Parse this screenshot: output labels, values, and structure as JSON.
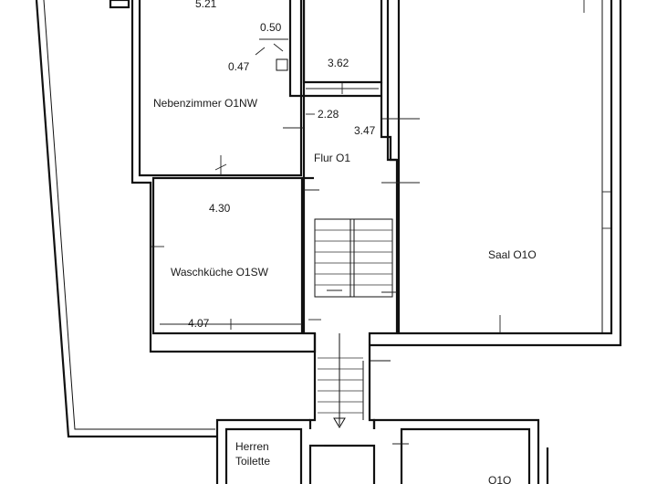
{
  "rooms": {
    "nebenzimmer": "Nebenzimmer O1NW",
    "flur": "Flur O1",
    "waschkueche": "Waschküche O1SW",
    "saal": "Saal O1O",
    "herren_line1": "Herren",
    "herren_line2": "Toilette",
    "bottom_right_partial": "O1O"
  },
  "dimensions": {
    "d_521": "5.21",
    "d_050": "0.50",
    "d_047": "0.47",
    "d_362": "3.62",
    "d_228": "2.28",
    "d_347": "3.47",
    "d_430": "4.30",
    "d_407": "4.07"
  }
}
